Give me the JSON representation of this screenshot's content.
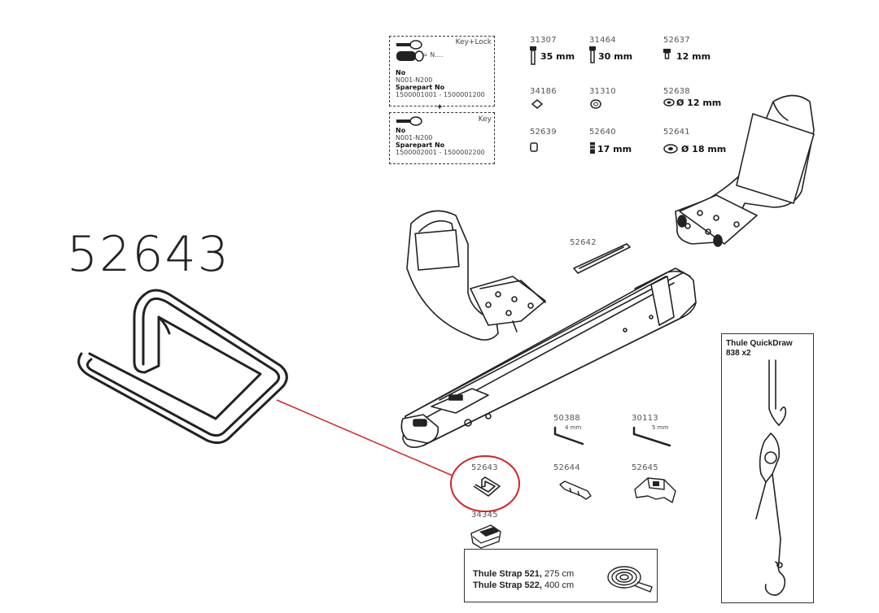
{
  "big_part_number": "52643",
  "keylock": {
    "top": {
      "corner_label": "Key+Lock",
      "eq_label": "= N....",
      "no_label": "No",
      "no_value": "N001-N200",
      "spare_label": "Sparepart No",
      "spare_value": "1500001001 - 1500001200"
    },
    "plus": "+",
    "bottom": {
      "corner_label": "Key",
      "no_label": "No",
      "no_value": "N001-N200",
      "spare_label": "Sparepart No",
      "spare_value": "1500002001 - 1500002200"
    }
  },
  "parts_grid": [
    {
      "id": "31307",
      "dim": "35 mm"
    },
    {
      "id": "31464",
      "dim": "30 mm"
    },
    {
      "id": "52637",
      "dim": "12 mm"
    },
    {
      "id": "34186",
      "dim": ""
    },
    {
      "id": "31310",
      "dim": ""
    },
    {
      "id": "52638",
      "dim": "Ø 12 mm"
    },
    {
      "id": "52639",
      "dim": ""
    },
    {
      "id": "52640",
      "dim": "17 mm"
    },
    {
      "id": "52641",
      "dim": "Ø 18 mm"
    }
  ],
  "parts": {
    "rail": "52642",
    "hex1": "50388",
    "hex1_size": "4 mm",
    "hex2": "30113",
    "hex2_size": "5 mm",
    "clip": "52643",
    "bracket": "52644",
    "clamp": "52645",
    "cap": "34345"
  },
  "quickdraw": {
    "title_line1": "Thule QuickDraw",
    "title_line2": "838 x2"
  },
  "strap": {
    "line1_bold": "Thule Strap 521,",
    "line1_rest": " 275 cm",
    "line2_bold": "Thule Strap 522,",
    "line2_rest": " 400 cm"
  },
  "colors": {
    "highlight": "#d2232a",
    "line": "#222222"
  }
}
